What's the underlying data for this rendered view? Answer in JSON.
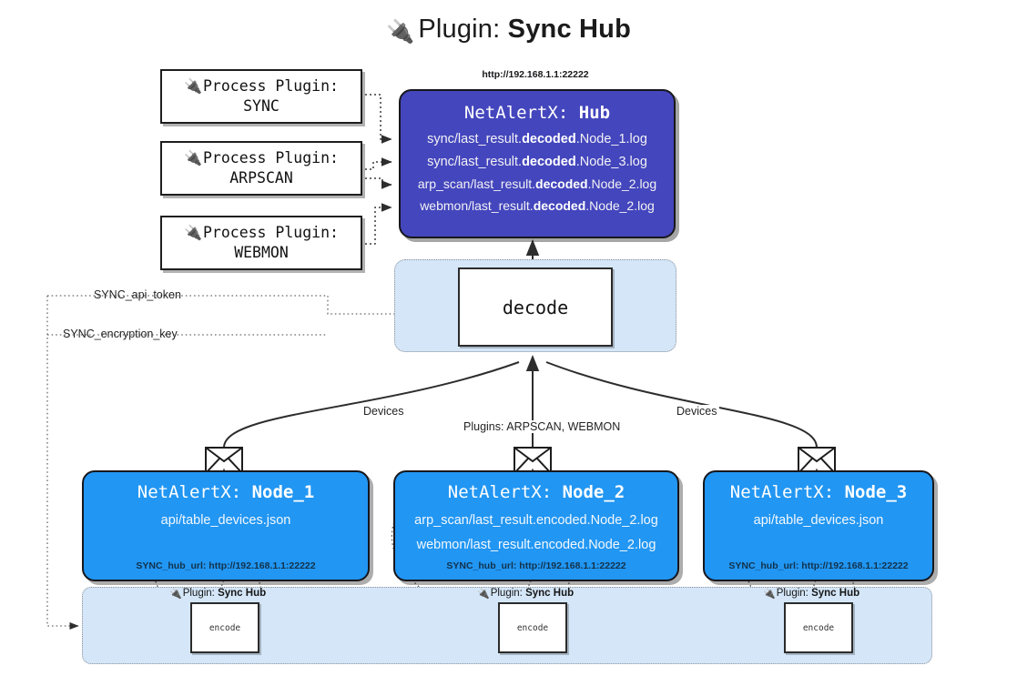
{
  "header": {
    "icon": "plug-icon",
    "prefix": "Plugin:",
    "title": "Sync Hub"
  },
  "process_plugins": [
    {
      "label": "Process Plugin:",
      "name": "SYNC",
      "icon": "plug-icon"
    },
    {
      "label": "Process Plugin:",
      "name": "ARPSCAN",
      "icon": "plug-icon"
    },
    {
      "label": "Process Plugin:",
      "name": "WEBMON",
      "icon": "plug-icon"
    }
  ],
  "hub": {
    "url": "http://192.168.1.1:22222",
    "title_prefix": "NetAlertX:",
    "title_name": "Hub",
    "fill": "#4446bd",
    "logs": [
      {
        "pre": "sync/last_result.",
        "mid": "decoded",
        "post": ".Node_1.log"
      },
      {
        "pre": "sync/last_result.",
        "mid": "decoded",
        "post": ".Node_3.log"
      },
      {
        "pre": "arp_scan/last_result.",
        "mid": "decoded",
        "post": ".Node_2.log"
      },
      {
        "pre": "webmon/last_result.",
        "mid": "decoded",
        "post": ".Node_2.log"
      }
    ]
  },
  "decode": {
    "label": "decode"
  },
  "secrets": [
    {
      "label": "SYNC_api_token"
    },
    {
      "label": "SYNC_encryption_key"
    }
  ],
  "edge_labels": {
    "devices_left": "Devices",
    "plugins_middle": "Plugins: ARPSCAN, WEBMON",
    "devices_right": "Devices"
  },
  "nodes": [
    {
      "title_prefix": "NetAlertX:",
      "title_name": "Node_1",
      "lines": [
        "api/table_devices.json"
      ],
      "footer": "SYNC_hub_url: http://192.168.1.1:22222",
      "fill": "#2196f3",
      "icon": "envelope-icon"
    },
    {
      "title_prefix": "NetAlertX:",
      "title_name": "Node_2",
      "lines": [
        "arp_scan/last_result.encoded.Node_2.log",
        "webmon/last_result.encoded.Node_2.log"
      ],
      "footer": "SYNC_hub_url: http://192.168.1.1:22222",
      "fill": "#2196f3",
      "icon": "envelope-icon"
    },
    {
      "title_prefix": "NetAlertX:",
      "title_name": "Node_3",
      "lines": [
        "api/table_devices.json"
      ],
      "footer": "SYNC_hub_url: http://192.168.1.1:22222",
      "fill": "#2196f3",
      "icon": "envelope-icon"
    }
  ],
  "encoders": [
    {
      "plugin_prefix": "Plugin:",
      "plugin_name": "Sync Hub",
      "label": "encode",
      "icon": "plug-icon"
    },
    {
      "plugin_prefix": "Plugin:",
      "plugin_name": "Sync Hub",
      "label": "encode",
      "icon": "plug-icon"
    },
    {
      "plugin_prefix": "Plugin:",
      "plugin_name": "Sync Hub",
      "label": "encode",
      "icon": "plug-icon"
    }
  ]
}
